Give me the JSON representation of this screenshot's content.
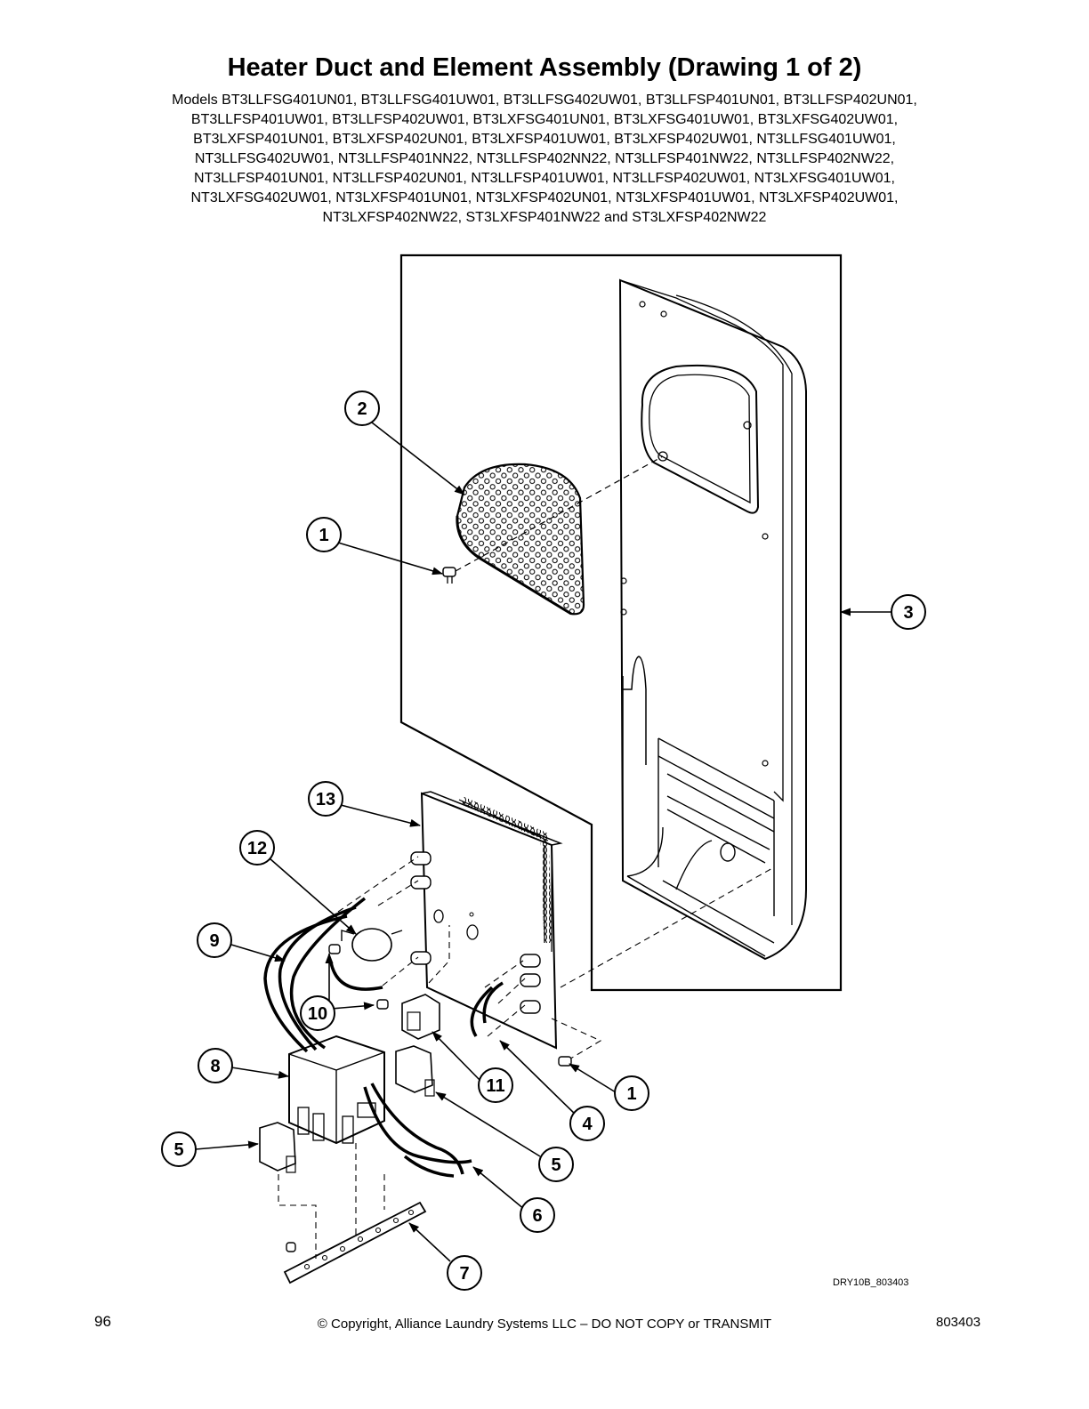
{
  "title": "Heater Duct and Element Assembly (Drawing 1 of 2)",
  "models_lines": [
    "Models BT3LLFSG401UN01, BT3LLFSG401UW01, BT3LLFSG402UW01, BT3LLFSP401UN01, BT3LLFSP402UN01,",
    "BT3LLFSP401UW01, BT3LLFSP402UW01, BT3LXFSG401UN01, BT3LXFSG401UW01, BT3LXFSG402UW01,",
    "BT3LXFSP401UN01, BT3LXFSP402UN01, BT3LXFSP401UW01, BT3LXFSP402UW01, NT3LLFSG401UW01,",
    "NT3LLFSG402UW01, NT3LLFSP401NN22, NT3LLFSP402NN22, NT3LLFSP401NW22, NT3LLFSP402NW22,",
    "NT3LLFSP401UN01, NT3LLFSP402UN01, NT3LLFSP401UW01, NT3LLFSP402UW01, NT3LXFSG401UW01,",
    "NT3LXFSG402UW01, NT3LXFSP401UN01, NT3LXFSP402UN01, NT3LXFSP401UW01, NT3LXFSP402UW01,",
    "NT3LXFSP402NW22, ST3LXFSP401NW22 and ST3LXFSP402NW22"
  ],
  "callouts": [
    "2",
    "1",
    "3",
    "13",
    "12",
    "9",
    "10",
    "8",
    "11",
    "1",
    "4",
    "5",
    "5",
    "6",
    "7"
  ],
  "drawing_code": "DRY10B_803403",
  "footer": {
    "page_number": "96",
    "copyright": "© Copyright, Alliance Laundry Systems LLC – DO NOT COPY or TRANSMIT",
    "doc_number": "803403"
  }
}
